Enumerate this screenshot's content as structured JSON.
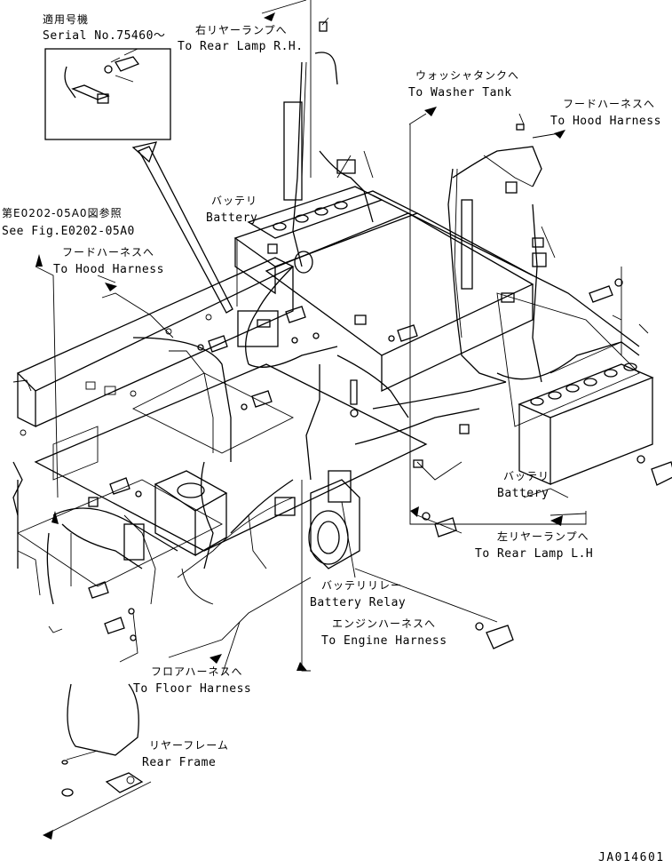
{
  "inset": {
    "applicable_ja": "適用号機",
    "serial": "Serial No.75460〜"
  },
  "labels": {
    "rear_lamp_rh": {
      "ja": "右リヤーランプへ",
      "en": "To Rear Lamp R.H."
    },
    "washer_tank": {
      "ja": "ウォッシャタンクへ",
      "en": "To Washer Tank"
    },
    "hood_harness_right": {
      "ja": "フードハーネスへ",
      "en": "To Hood Harness"
    },
    "battery_left": {
      "ja": "バッテリ",
      "en": "Battery"
    },
    "see_fig": {
      "ja": "第E0202-05A0図参照",
      "en": "See Fig.E0202-05A0"
    },
    "hood_harness_left": {
      "ja": "フードハーネスへ",
      "en": "To Hood Harness"
    },
    "battery_right": {
      "ja": "バッテリ",
      "en": "Battery"
    },
    "rear_lamp_lh": {
      "ja": "左リヤーランプへ",
      "en": "To Rear Lamp L.H"
    },
    "battery_relay": {
      "ja": "バッテリリレー",
      "en": "Battery Relay"
    },
    "engine_harness": {
      "ja": "エンジンハーネスへ",
      "en": "To Engine Harness"
    },
    "floor_harness": {
      "ja": "フロアハーネスへ",
      "en": "To Floor Harness"
    },
    "rear_frame": {
      "ja": "リヤーフレーム",
      "en": "Rear Frame"
    }
  },
  "drawing_code": "JA014601"
}
